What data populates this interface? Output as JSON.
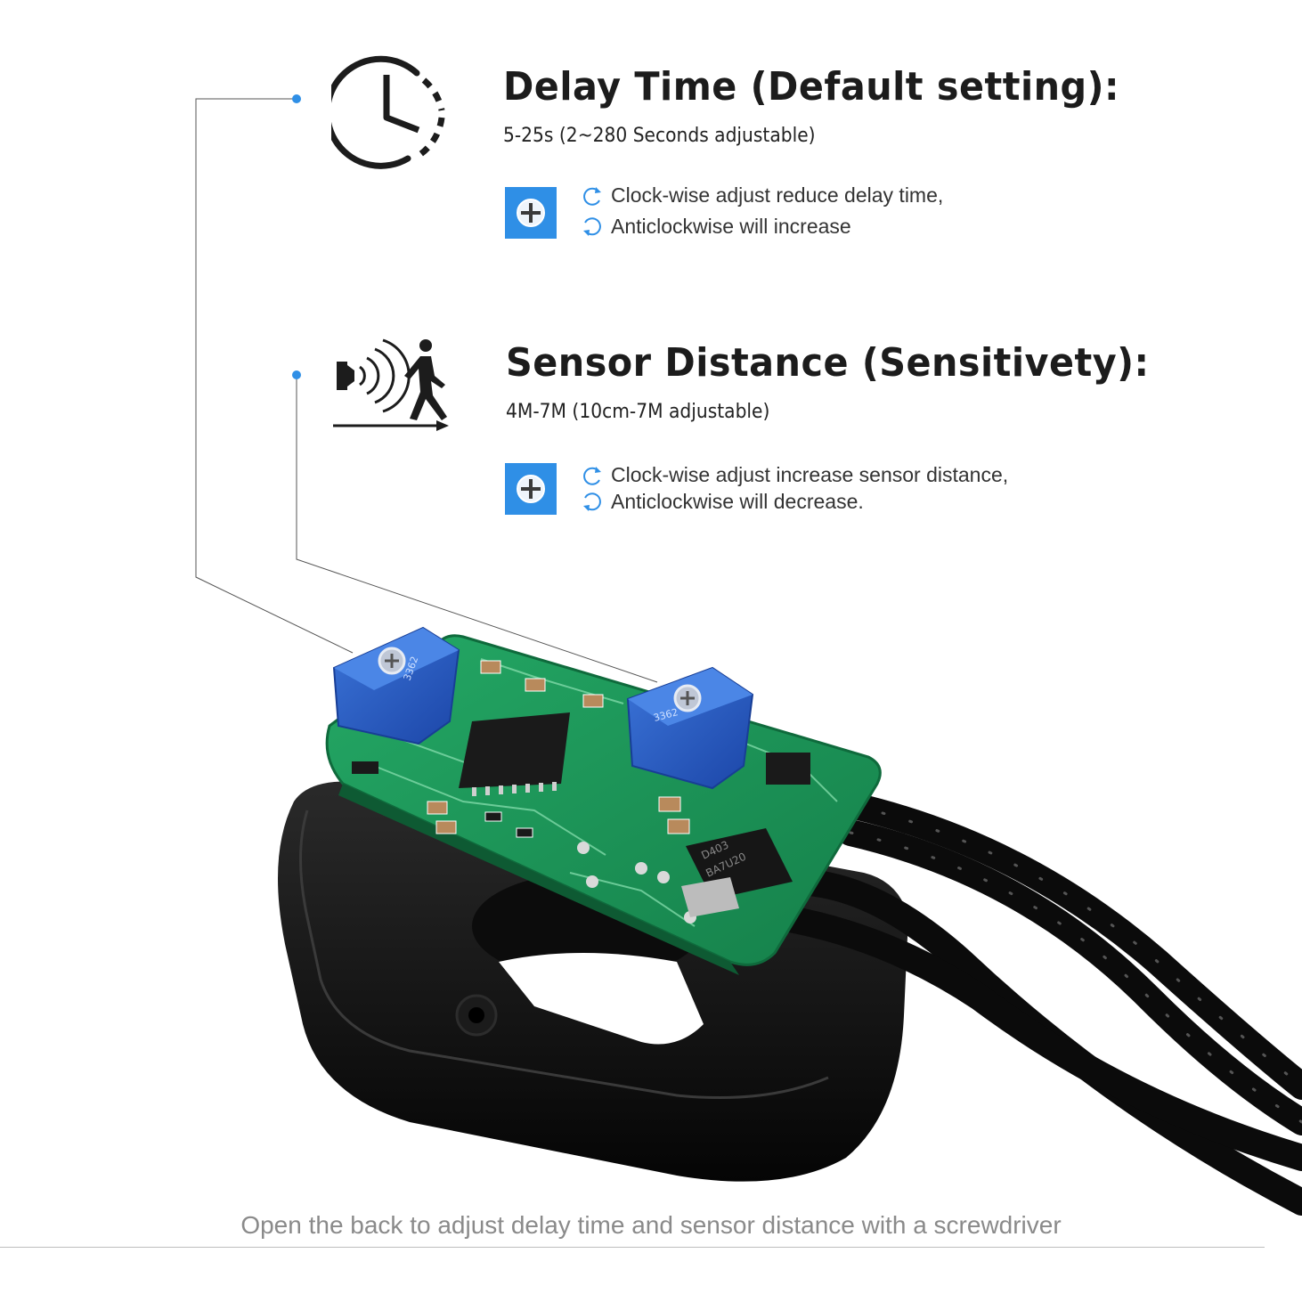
{
  "delay": {
    "title": "Delay Time (Default setting):",
    "subtitle": "5-25s (2~280 Seconds adjustable)",
    "hint_line1": "Clock-wise adjust reduce delay time,",
    "hint_line2": "Anticlockwise will increase"
  },
  "sensor": {
    "title": "Sensor Distance (Sensitivety):",
    "subtitle": "4M-7M (10cm-7M adjustable)",
    "hint_line1": "Clock-wise adjust increase sensor distance,",
    "hint_line2": "Anticlockwise will decrease."
  },
  "caption": "Open the back to adjust delay time and sensor distance with a screwdriver",
  "pcb_labels": {
    "pot_code_1": "3362",
    "pot_code_2": "3362",
    "chip_code_1": "D403",
    "chip_code_2": "BA7U20"
  },
  "colors": {
    "accent_blue": "#2f8fe6",
    "pcb_green": "#1f9a5a",
    "pot_blue": "#2a5fc4",
    "housing_black": "#111111",
    "caption_gray": "#8a8a8a"
  },
  "icons": [
    "clock-icon",
    "motion-sensor-icon",
    "screwdriver-screw-icon",
    "clockwise-arrow-icon",
    "anticlockwise-arrow-icon"
  ]
}
